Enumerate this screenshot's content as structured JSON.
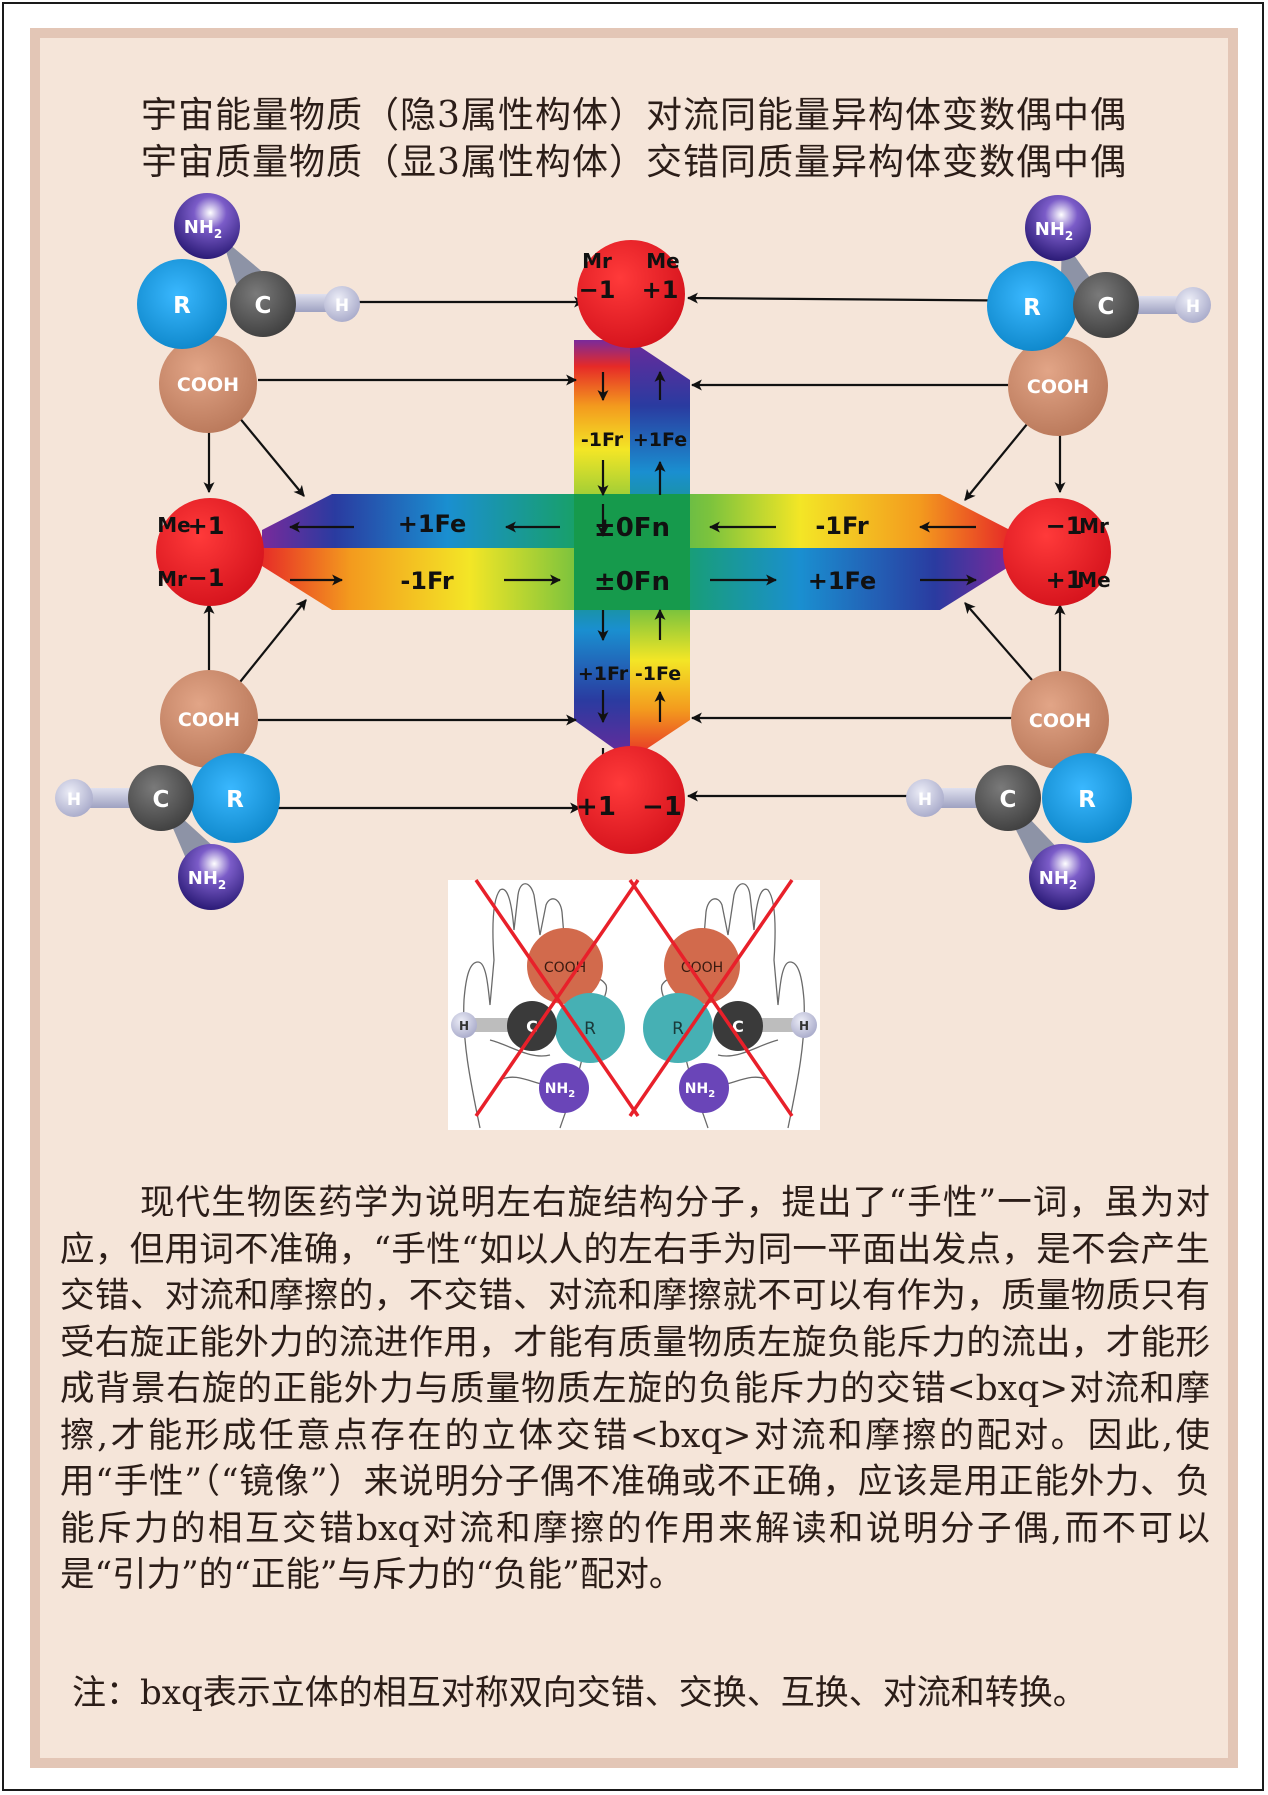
{
  "title": {
    "line1": "宇宙能量物质（隐3属性构体）对流同能量异构体变数偶中偶",
    "line2": "宇宙质量物质（显3属性构体）交错同质量异构体变数偶中偶"
  },
  "diagram": {
    "center_nodes": {
      "top": {
        "left_name": "Mr",
        "left_value": "−1",
        "right_name": "Me",
        "right_value": "+1"
      },
      "bottom": {
        "left_value": "+1",
        "right_value": "−1"
      },
      "left": {
        "top_name": "Me",
        "top_value": "+1",
        "bottom_name": "Mr",
        "bottom_value": "−1"
      },
      "right": {
        "top_value": "−1",
        "top_name": "Mr",
        "bottom_value": "+1",
        "bottom_name": "Me"
      }
    },
    "band_labels": {
      "vertical_top_left": "-1Fr",
      "vertical_top_right": "+1Fe",
      "vertical_bottom_left": "+1Fr",
      "vertical_bottom_right": "-1Fe",
      "horizontal_top_left": "+1Fe",
      "horizontal_top_center": "±0Fn",
      "horizontal_top_right": "-1Fr",
      "horizontal_bottom_left": "-1Fr",
      "horizontal_bottom_center": "±0Fn",
      "horizontal_bottom_right": "+1Fe"
    },
    "molecule": {
      "amine": "NH",
      "amine_subscript": "2",
      "side_group": "R",
      "carbon": "C",
      "hydrogen": "H",
      "carboxyl": "COOH"
    },
    "hands_image": {
      "left": {
        "carboxyl": "COOH",
        "hydrogen": "H",
        "carbon": "C",
        "side_group": "R",
        "amine": "NH",
        "amine_subscript": "2"
      },
      "right": {
        "carboxyl": "COOH",
        "hydrogen": "H",
        "carbon": "C",
        "side_group": "R",
        "amine": "NH",
        "amine_subscript": "2"
      }
    },
    "colors": {
      "node_red": "#e51b24",
      "r_blue": "#1c9ad6",
      "carbon_gray": "#555555",
      "nh2_purple": "#3d2a8a",
      "cooh_brown": "#c98a66",
      "hydrogen_light": "#c7c9de",
      "cross_red": "#e8202a"
    }
  },
  "paragraph": "现代生物医药学为说明左右旋结构分子，提出了“手性”一词，虽为对应，但用词不准确，“手性“如以人的左右手为同一平面出发点，是不会产生交错、对流和摩擦的，不交错、对流和摩擦就不可以有作为，质量物质只有受右旋正能外力的流进作用，才能有质量物质左旋负能斥力的流出，才能形成背景右旋的正能外力与质量物质左旋的负能斥力的交错<bxq>对流和摩擦,才能形成任意点存在的立体交错<bxq>对流和摩擦的配对。因此,使用“手性”（“镜像”）来说明分子偶不准确或不正确，应该是用正能外力、负能斥力的相互交错bxq对流和摩擦的作用来解读和说明分子偶,而不可以是“引力”的“正能”与斥力的“负能”配对。",
  "note": "注：bxq表示立体的相互对称双向交错、交换、互换、对流和转换。"
}
